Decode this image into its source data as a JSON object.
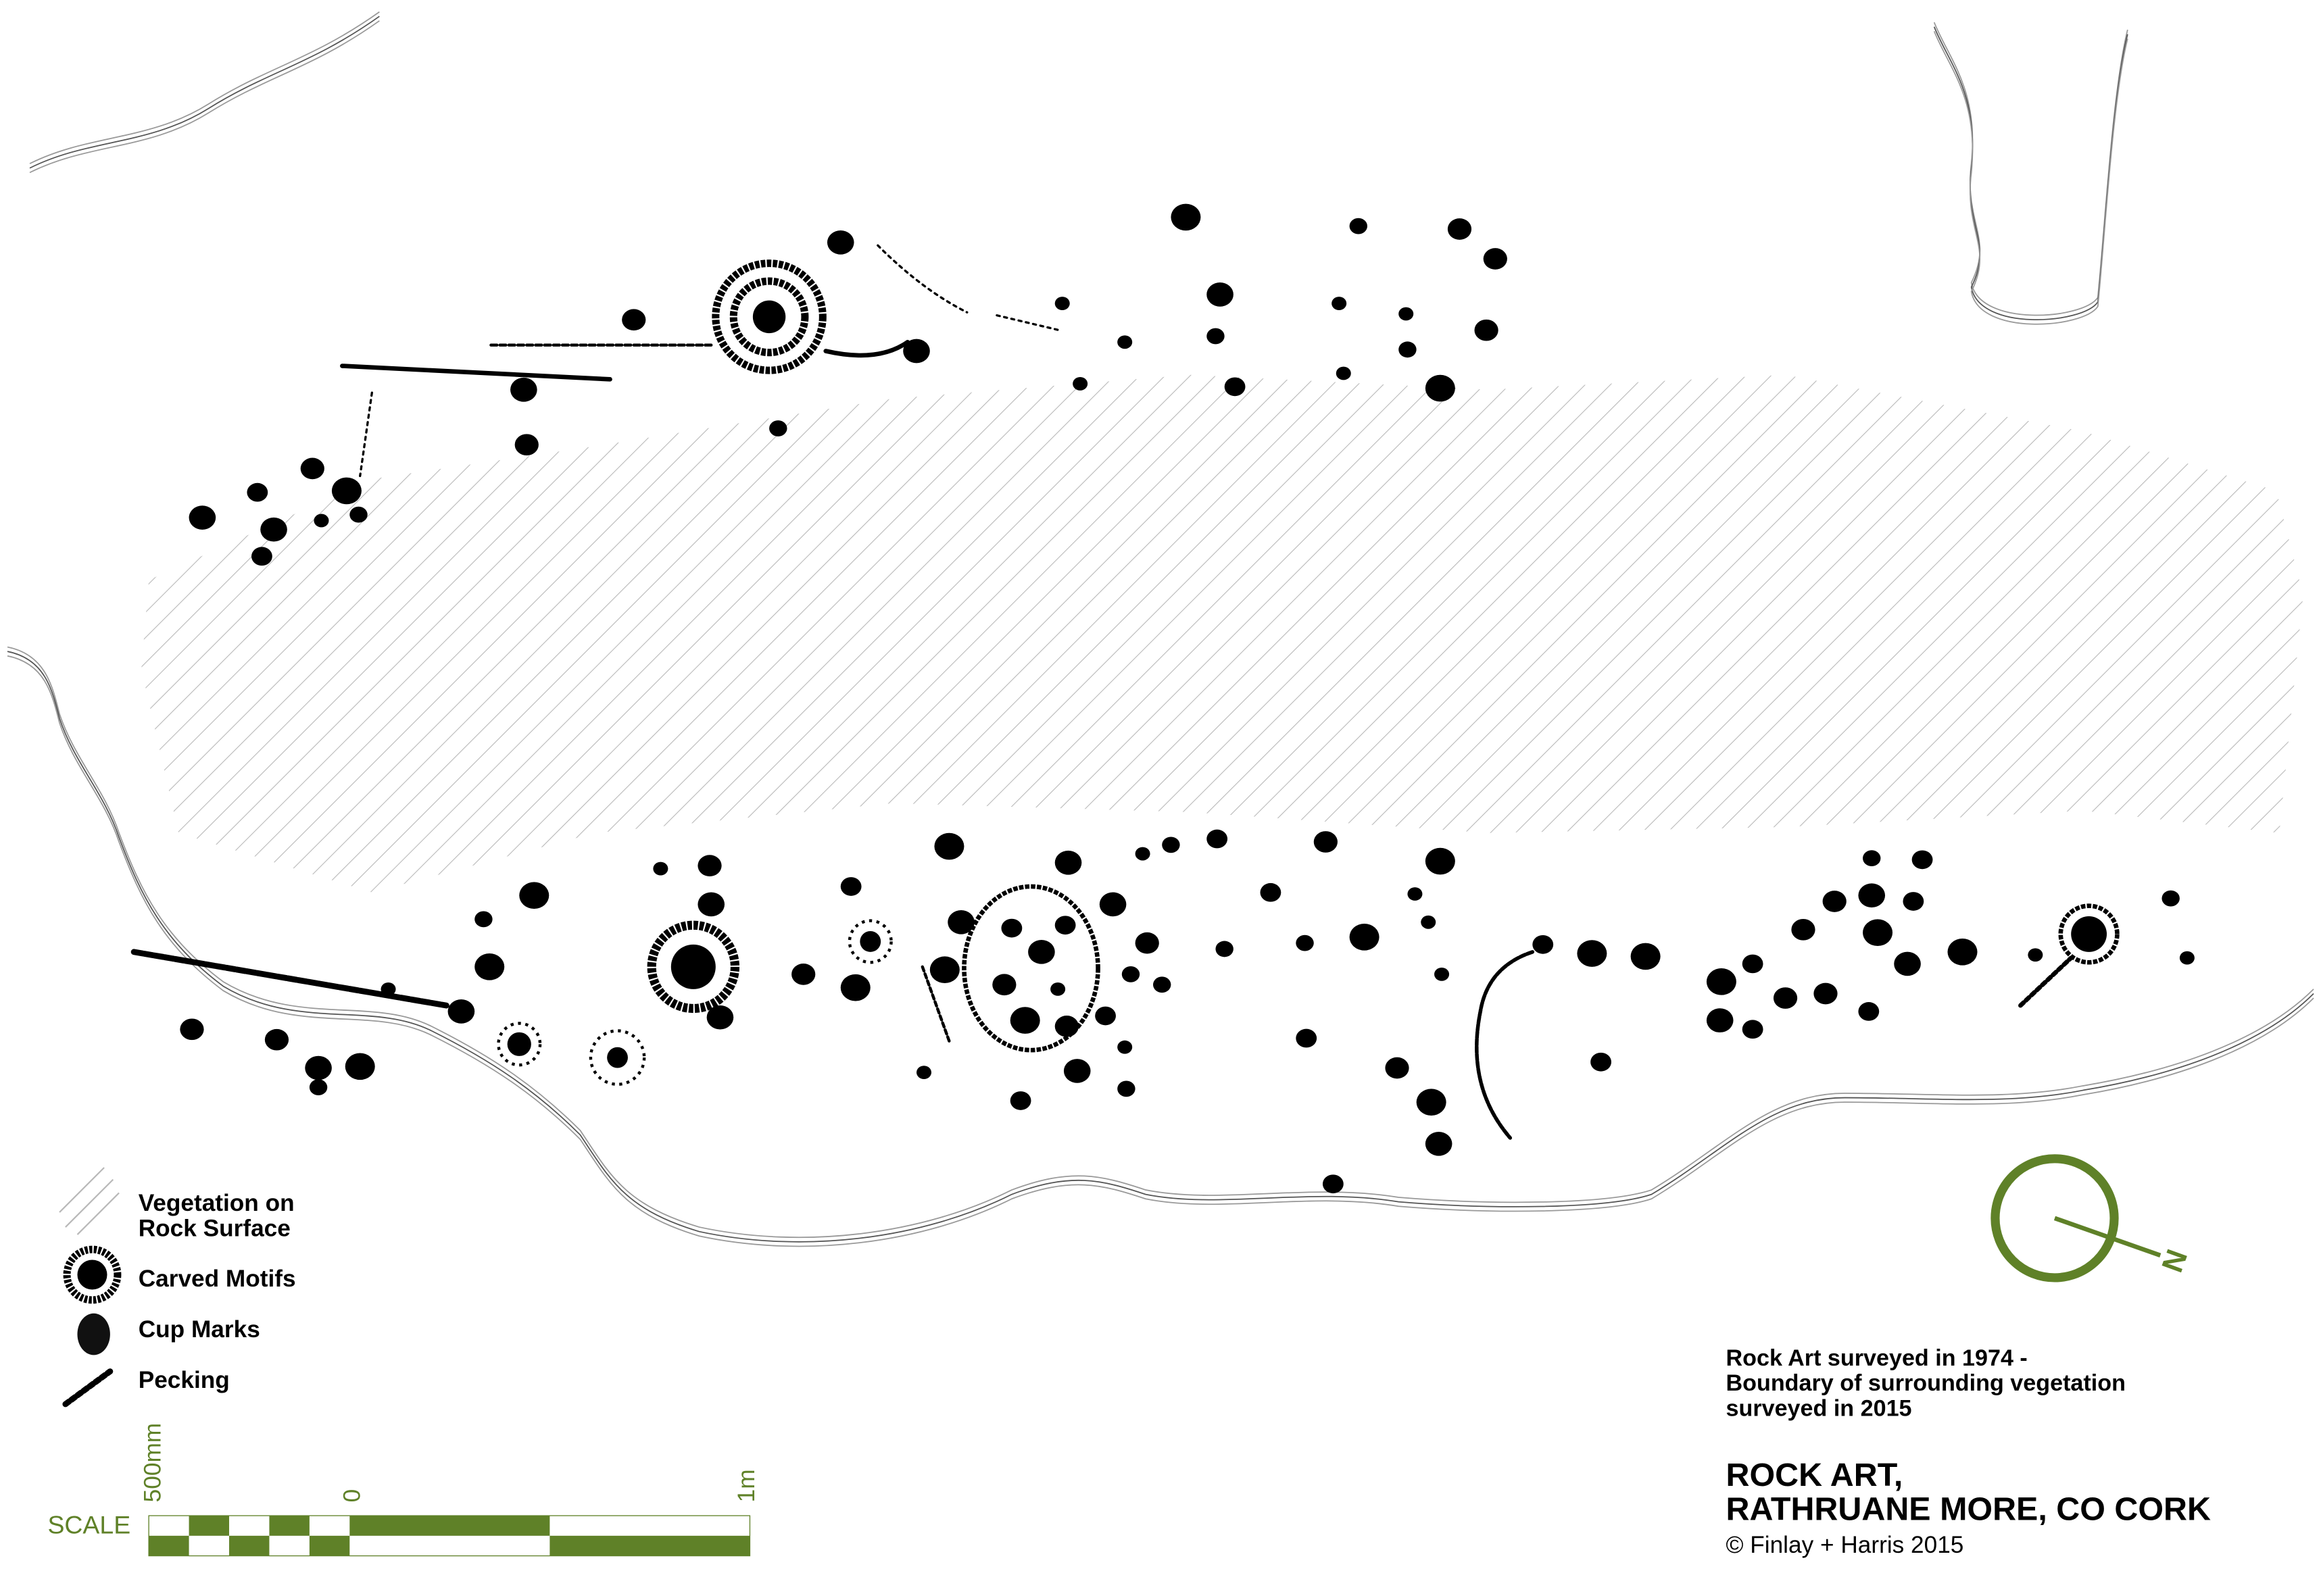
{
  "legend": {
    "vegetation": "Vegetation on Rock Surface",
    "vegetation_line1": "Vegetation on",
    "vegetation_line2": "Rock Surface",
    "carved_motifs": "Carved Motifs",
    "cup_marks": "Cup Marks",
    "pecking": "Pecking"
  },
  "scale": {
    "label": "SCALE",
    "ticks": [
      "500mm",
      "0",
      "1m"
    ]
  },
  "north_arrow": {
    "label": "N"
  },
  "notes": {
    "line1": "Rock Art surveyed in 1974 -",
    "line2": "Boundary of surrounding vegetation",
    "line3": "surveyed in 2015"
  },
  "title": {
    "line1": "ROCK ART,",
    "line2": "RATHRUANE MORE, CO CORK"
  },
  "copyright": "© Finlay + Harris 2015",
  "colors": {
    "accent": "#5f8128",
    "ink": "#000000",
    "hatch": "#b8b8b8"
  }
}
